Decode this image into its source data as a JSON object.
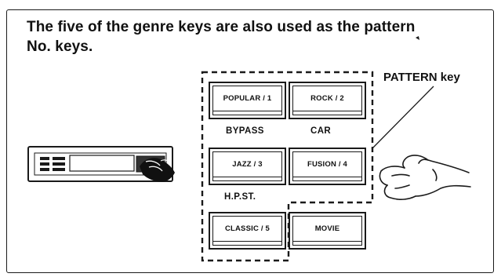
{
  "caption": "The five  of the genre keys are also used as the pattern\nNo. keys.",
  "callout_label": "PATTERN key",
  "keys": [
    {
      "label": "POPULAR / 1",
      "sublabel": "BYPASS"
    },
    {
      "label": "ROCK / 2",
      "sublabel": "CAR"
    },
    {
      "label": "JAZZ / 3",
      "sublabel": "H.P.ST."
    },
    {
      "label": "FUSION / 4",
      "sublabel": ""
    },
    {
      "label": "CLASSIC / 5",
      "sublabel": ""
    },
    {
      "label": "MOVIE",
      "sublabel": ""
    }
  ],
  "icons": [
    "device-front-panel-icon",
    "pressing-hand-icon",
    "pointing-hand-icon"
  ]
}
